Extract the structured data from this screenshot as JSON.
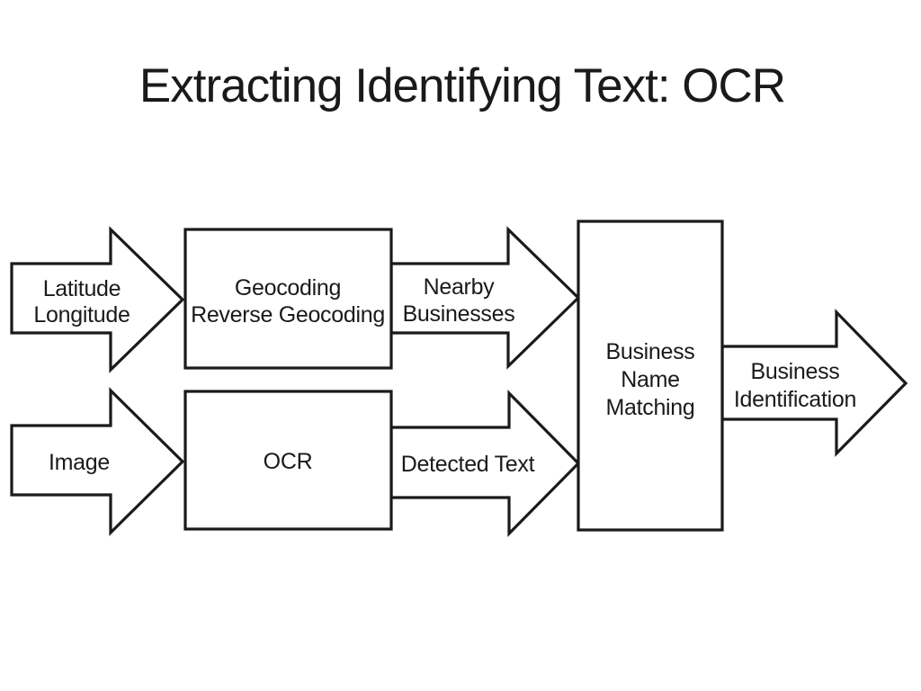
{
  "slide": {
    "title": "Extracting Identifying Text: OCR",
    "background_color": "#ffffff",
    "line_color": "#1a1a1a"
  },
  "diagram": {
    "arrows": [
      {
        "id": "latitude-longitude-arrow",
        "lines": [
          "Latitude",
          "Longitude"
        ]
      },
      {
        "id": "image-arrow",
        "lines": [
          "Image"
        ]
      },
      {
        "id": "nearby-businesses-arrow",
        "lines": [
          "Nearby",
          "Businesses"
        ]
      },
      {
        "id": "detected-text-arrow",
        "lines": [
          "Detected Text"
        ]
      },
      {
        "id": "business-identification-arrow",
        "lines": [
          "Business",
          "Identification"
        ]
      }
    ],
    "boxes": [
      {
        "id": "geocoding-box",
        "lines": [
          "Geocoding",
          "Reverse Geocoding"
        ]
      },
      {
        "id": "ocr-box",
        "lines": [
          "OCR"
        ]
      },
      {
        "id": "business-name-matching-box",
        "lines": [
          "Business",
          "Name",
          "Matching"
        ]
      }
    ]
  }
}
